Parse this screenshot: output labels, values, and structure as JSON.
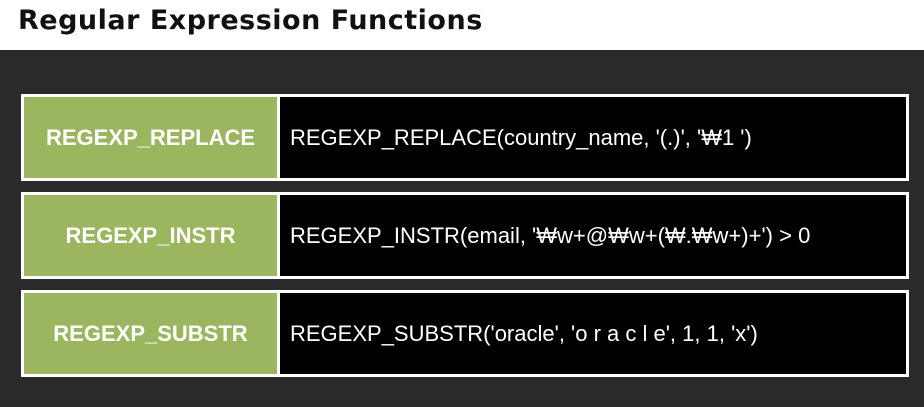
{
  "title": "Regular Expression Functions",
  "colors": {
    "background": "#2a2a2a",
    "header_background": "#ffffff",
    "name_cell": "#9bb65e",
    "example_cell": "#000000",
    "border": "#ffffff"
  },
  "rows": [
    {
      "name": "REGEXP_REPLACE",
      "example": "REGEXP_REPLACE(country_name, '(.)', '₩1 ')"
    },
    {
      "name": "REGEXP_INSTR",
      "example": "REGEXP_INSTR(email, '₩w+@₩w+(₩.₩w+)+') > 0"
    },
    {
      "name": "REGEXP_SUBSTR",
      "example": "REGEXP_SUBSTR('oracle', 'o r a c l e', 1, 1, 'x')"
    }
  ]
}
